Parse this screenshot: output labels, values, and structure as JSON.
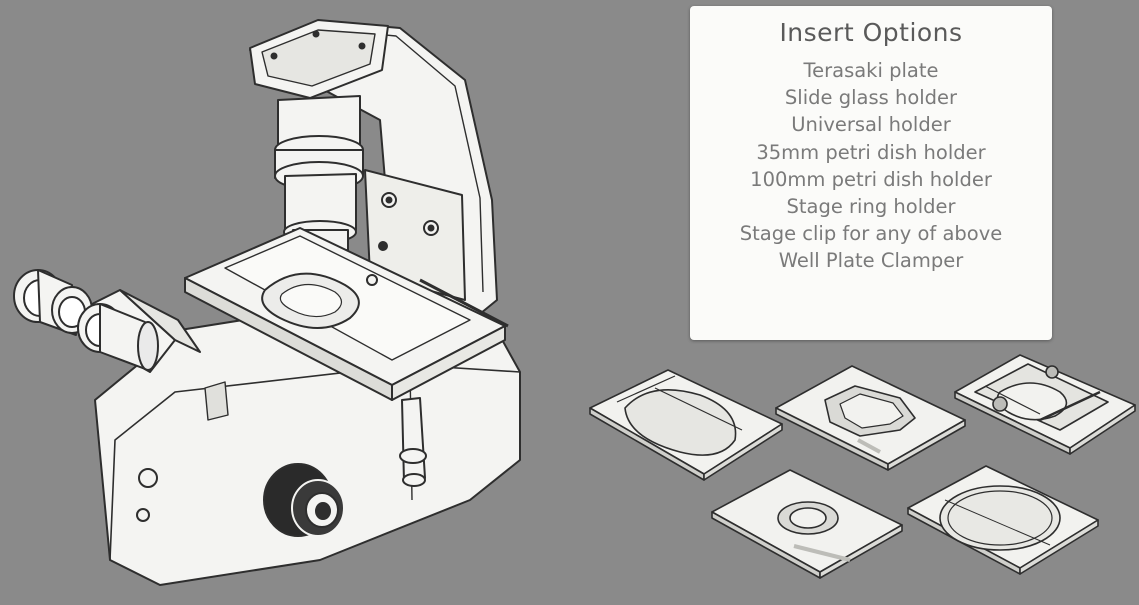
{
  "colors": {
    "background": "#8a8a8a",
    "panel": "#fbfbf9",
    "title_text": "#5a5a5a",
    "list_text": "#7a7a7a",
    "line_art": "#2e2e2e",
    "body_fill": "#f4f4f2"
  },
  "insert_options": {
    "title": "Insert Options",
    "items": [
      "Terasaki plate",
      "Slide glass holder",
      "Universal holder",
      "35mm petri dish holder",
      "100mm petri dish holder",
      "Stage ring holder",
      "Stage clip for any of above",
      "Well Plate Clamper"
    ]
  },
  "illustrations": {
    "microscope": "inverted-microscope-line-drawing",
    "inserts": [
      "slide-glass-insert",
      "petri-dish-insert",
      "universal-insert",
      "stage-ring-insert",
      "large-dish-insert"
    ]
  }
}
